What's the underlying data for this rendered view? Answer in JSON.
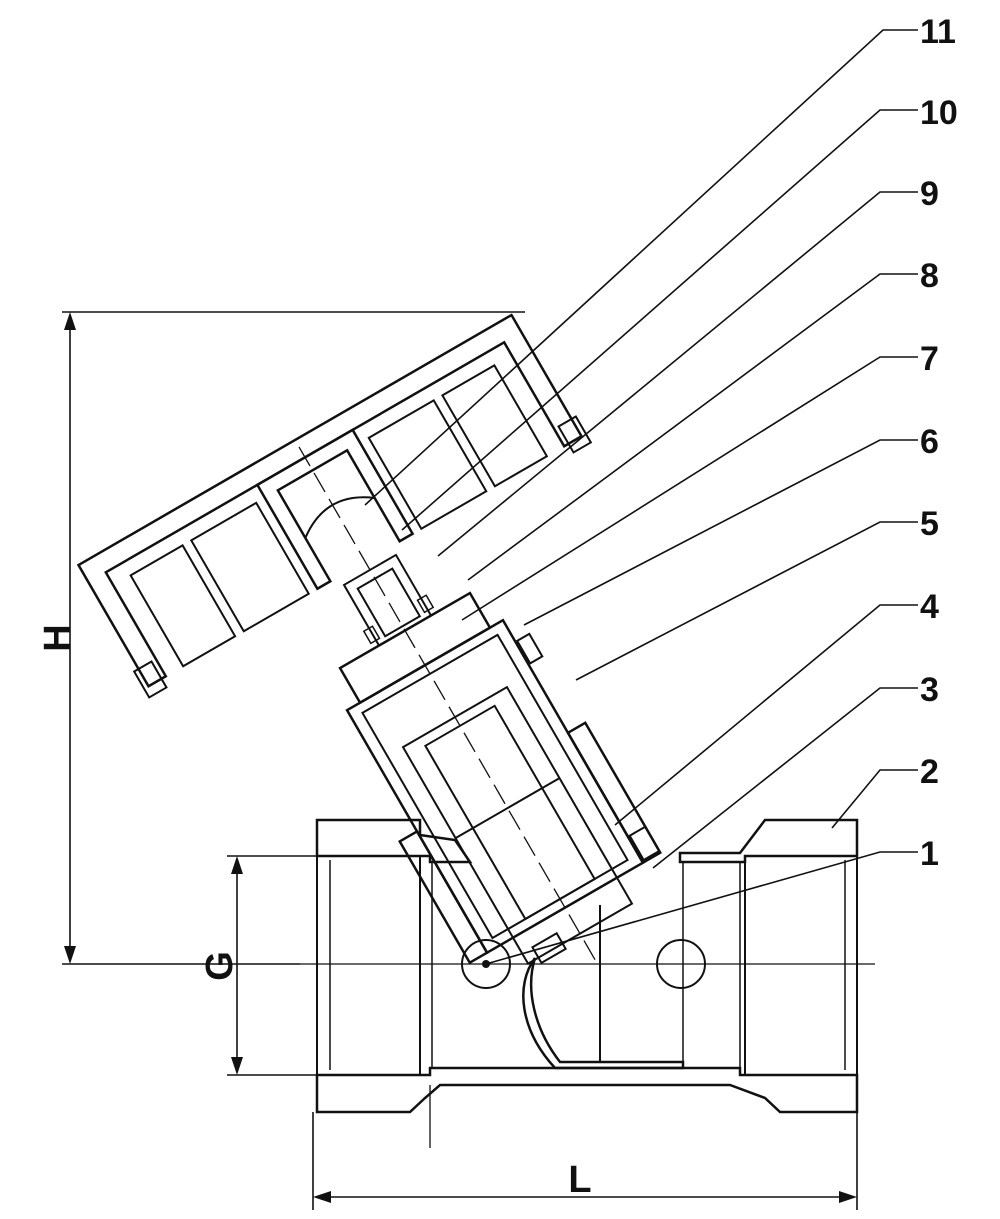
{
  "callouts": [
    "1",
    "2",
    "3",
    "4",
    "5",
    "6",
    "7",
    "8",
    "9",
    "10",
    "11"
  ],
  "dimensions": {
    "height": "H",
    "diameter": "G",
    "length": "L"
  },
  "colors": {
    "line": "#111111",
    "background": "#ffffff"
  }
}
